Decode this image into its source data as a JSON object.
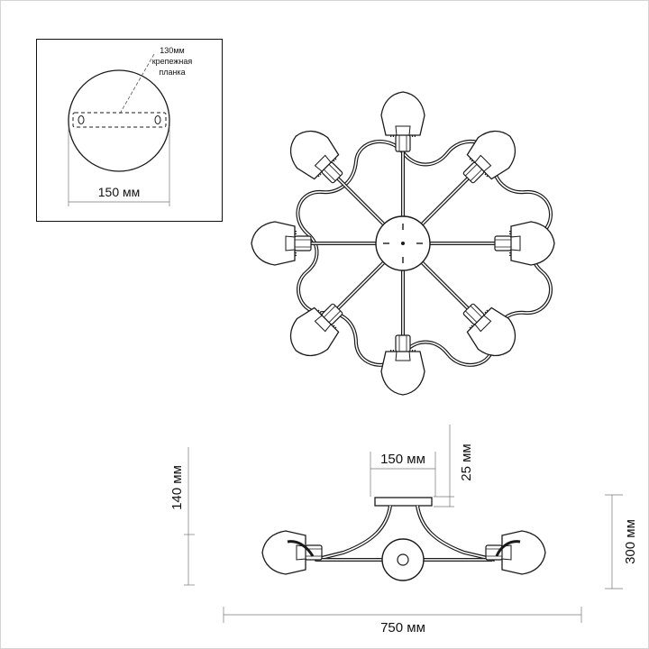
{
  "inset": {
    "plate_length": "130мм",
    "plate_label_line1": "крепежная",
    "plate_label_line2": "планка",
    "base_diameter": "150 мм"
  },
  "dimensions": {
    "canopy_width": "150 мм",
    "canopy_height": "25 мм",
    "body_height": "140 мм",
    "total_height": "300 мм",
    "total_width": "750 мм"
  },
  "colors": {
    "line": "#1a1a1a",
    "dim_line": "#555555",
    "shade_fill": "#ffffff",
    "shade_inner": "#eeeeee"
  }
}
